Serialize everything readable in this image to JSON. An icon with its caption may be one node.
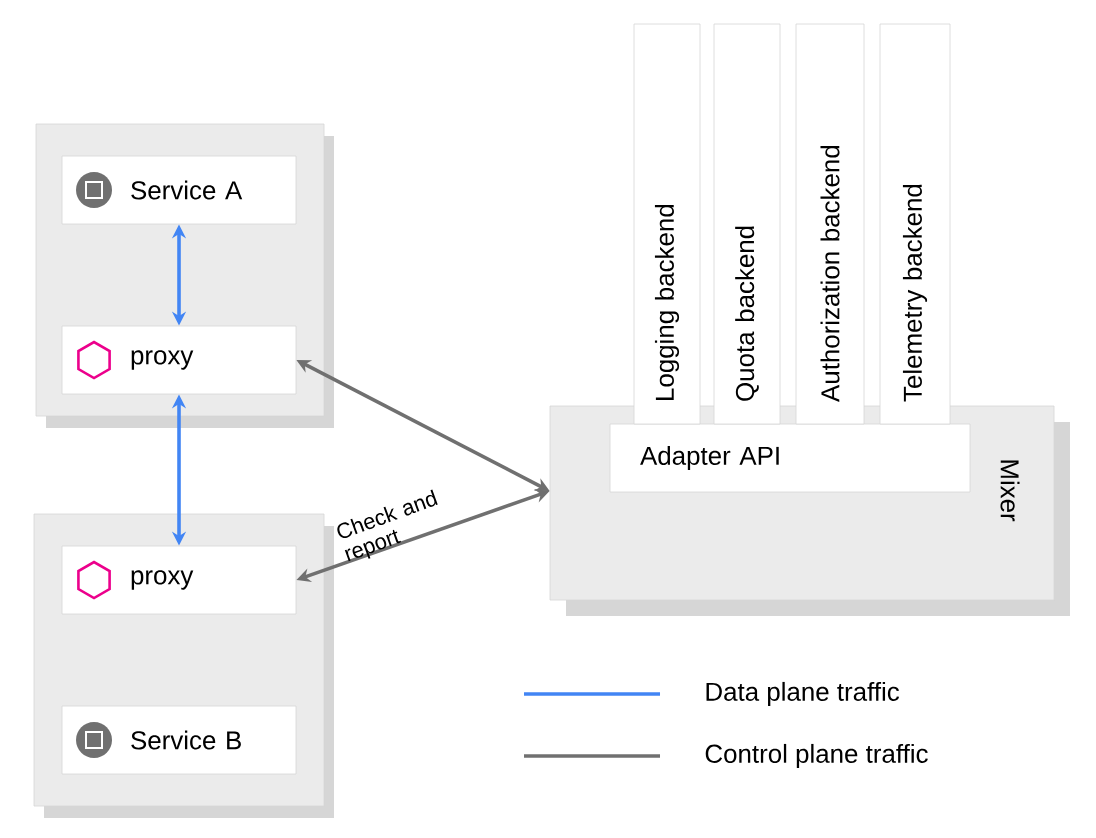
{
  "diagram": {
    "nodes": [
      {
        "text": [],
        "shape": "box"
      },
      {
        "text": [
          "Service A"
        ],
        "in": 0
      },
      {
        "text": [
          "proxy"
        ],
        "in": 0
      },
      {
        "text": [],
        "shape": "box"
      },
      {
        "text": [
          "proxy"
        ],
        "in": 3
      },
      {
        "text": [
          "Service B"
        ],
        "in": 3
      },
      {
        "text": [
          "Mixer"
        ]
      },
      {
        "text": [
          "Adapter API"
        ],
        "in": 6
      },
      {
        "text": [
          "Logging backend"
        ]
      },
      {
        "text": [
          "Quota backend"
        ]
      },
      {
        "text": [
          "Authorization backend"
        ]
      },
      {
        "text": [
          "Telemetry backend"
        ]
      }
    ],
    "edges": [
      {
        "from": 1,
        "to": 2,
        "arrow": "both"
      },
      {
        "from": 2,
        "to": 4,
        "arrow": "both"
      },
      {
        "from": 2,
        "to": 6,
        "arrow": "both",
        "color": "#707070"
      },
      {
        "from": 4,
        "to": 6,
        "arrow": "both",
        "color": "#707070",
        "label": "Check and report"
      }
    ],
    "legend": [
      {
        "text": "Data plane traffic"
      },
      {
        "text": "Control plane traffic"
      }
    ]
  }
}
